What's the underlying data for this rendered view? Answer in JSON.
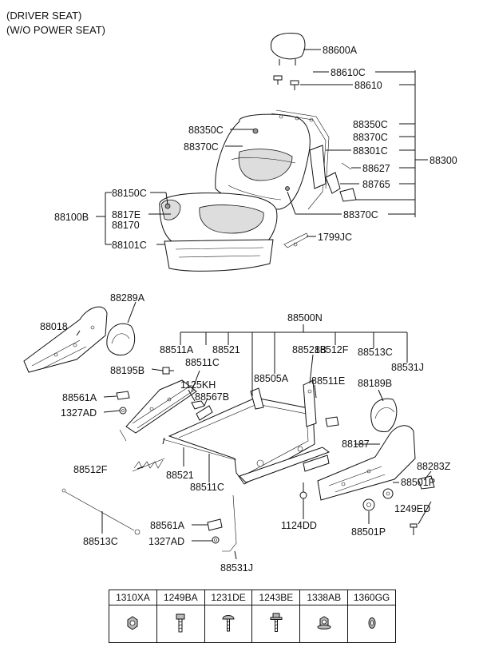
{
  "header": {
    "line1": "(DRIVER SEAT)",
    "line2": "(W/O POWER SEAT)"
  },
  "callouts": {
    "headrest": "88600A",
    "guide_a": "88610C",
    "guide_b": "88610",
    "back_cover_upper": "88350C",
    "back_pad_upper": "88370C",
    "back_cover_right": "88350C",
    "back_pad_right": "88370C",
    "back_frame": "88301C",
    "back_assy": "88300",
    "spring_clip": "88627",
    "lever": "88765",
    "back_pad_lower": "88370C",
    "cushion_assy": "88100B",
    "cushion_cover": "88150C",
    "cushion_a": "8817E",
    "cushion_b": "88170",
    "cushion_frame": "88101C",
    "hook": "1799JC",
    "cover_a": "88289A",
    "side_shield": "88018",
    "track_assy": "88500N",
    "track_a": "88511A",
    "track_b": "88521",
    "track_c": "88511C",
    "track_d": "88521B",
    "track_e": "88512F",
    "track_f": "88513C",
    "track_g": "88531J",
    "bolt_195": "88195B",
    "bolt_1125": "1125KH",
    "knob_567": "88567B",
    "frame_505": "88505A",
    "frame_511e": "88511E",
    "cover_189": "88189B",
    "cap_561": "88561A",
    "nut_1327": "1327AD",
    "recliner": "88187",
    "recliner_cover": "88283Z",
    "spring": "88512F",
    "link_521": "88521",
    "link_511c": "88511C",
    "knob_501": "88501P",
    "bolt_1249": "1249ED",
    "screw_1124": "1124DD",
    "knob_501b": "88501P",
    "wire": "88513C",
    "cap_561b": "88561A",
    "nut_1327b": "1327AD",
    "rod_531": "88531J"
  },
  "fasteners": {
    "headers": [
      "1310XA",
      "1249BA",
      "1231DE",
      "1243BE",
      "1338AB",
      "1360GG"
    ],
    "icons": [
      "hex-nut-icon",
      "bolt-icon",
      "pan-screw-icon",
      "bolt-washer-icon",
      "flange-nut-icon",
      "washer-icon"
    ]
  }
}
